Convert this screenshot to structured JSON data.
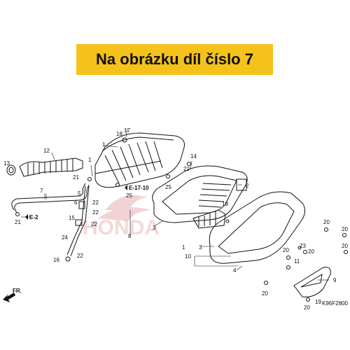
{
  "banner": {
    "title": "Na obrázku díl číslo 7",
    "color": "#f5c21b"
  },
  "callouts": [
    "1",
    "1",
    "1",
    "2",
    "3",
    "3",
    "4",
    "5",
    "6",
    "7",
    "8",
    "9",
    "10",
    "11",
    "12",
    "13",
    "14",
    "15",
    "16",
    "17",
    "18",
    "19",
    "19",
    "20",
    "20",
    "20",
    "20",
    "20",
    "20",
    "20",
    "21",
    "21",
    "22",
    "22",
    "22",
    "22",
    "22",
    "23",
    "24",
    "25",
    "25"
  ],
  "references": {
    "e17": "E-17-10",
    "e2": "E-2"
  },
  "direction_label": "FR.",
  "diagram_code": "K96F2800",
  "watermark": "HONDA",
  "highlight_part": "7",
  "icons": [
    "front-direction-arrow-icon",
    "honda-wing-watermark-icon"
  ]
}
